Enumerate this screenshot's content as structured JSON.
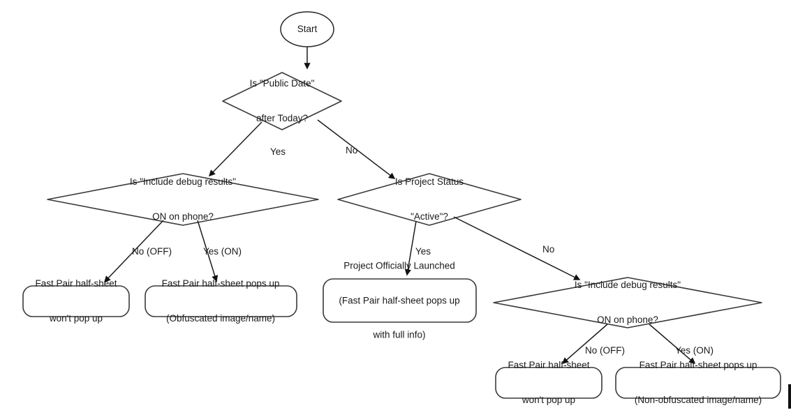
{
  "diagram": {
    "title": "Fast Pair half-sheet decision flow",
    "background_color": "#ffffff",
    "line_color": "#1c1c1c",
    "shape_stroke_color": "#3a3a3a",
    "text_color": "#1a1a1a"
  },
  "nodes": {
    "start": {
      "label": "Start",
      "shape": "ellipse"
    },
    "d1": {
      "line1": "Is \"Public Date\"",
      "line2": "after Today?",
      "shape": "diamond"
    },
    "d2": {
      "line1": "Is \"Include debug results\"",
      "line2": "ON on phone?",
      "shape": "diamond"
    },
    "d3": {
      "line1": "Is Project Status",
      "line2": "\"Active\"?",
      "shape": "diamond"
    },
    "d4": {
      "line1": "Is \"Include debug results\"",
      "line2": "ON on phone?",
      "shape": "diamond"
    },
    "t1": {
      "line1": "Fast Pair half-sheet",
      "line2": "won't pop up",
      "shape": "rounded-rect"
    },
    "t2": {
      "line1": "Fast Pair half-sheet pops up",
      "line2": "(Obfuscated image/name)",
      "shape": "rounded-rect"
    },
    "t3": {
      "line1": "Project Officially Launched",
      "line2": "(Fast Pair half-sheet pops up",
      "line3": "with full info)",
      "shape": "rounded-rect"
    },
    "t4": {
      "line1": "Fast Pair half-sheet",
      "line2": "won't pop up",
      "shape": "rounded-rect"
    },
    "t5": {
      "line1": "Fast Pair half-sheet pops up",
      "line2": "(Non-obfuscated image/name)",
      "shape": "rounded-rect"
    }
  },
  "edge_labels": {
    "d1_yes": "Yes",
    "d1_no": "No",
    "d2_no": "No (OFF)",
    "d2_yes": "Yes (ON)",
    "d3_yes": "Yes",
    "d3_no": "No",
    "d4_no": "No (OFF)",
    "d4_yes": "Yes (ON)"
  }
}
